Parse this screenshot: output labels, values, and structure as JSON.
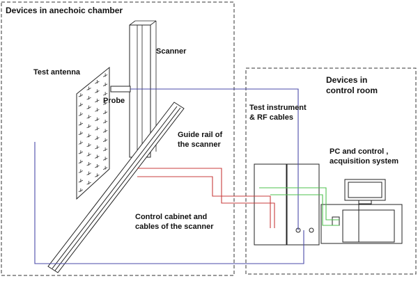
{
  "regions": {
    "anechoic": {
      "title": "Devices in anechoic chamber"
    },
    "control_room": {
      "line1": "Devices in",
      "line2": "control room"
    }
  },
  "labels": {
    "test_antenna": "Test antenna",
    "scanner": "Scanner",
    "probe": "Probe",
    "guide_rail": {
      "line1": "Guide rail of",
      "line2": "the scanner"
    },
    "control_cabinet": {
      "line1": "Control cabinet and",
      "line2": "cables of the scanner"
    },
    "test_instrument": {
      "line1": "Test instrument",
      "line2": "& RF cables"
    },
    "pc_system": {
      "line1": "PC and control ,",
      "line2": "acquisition system"
    }
  },
  "colors": {
    "rf_cable": "#4a4aa8",
    "scanner_cable": "#c83c3c",
    "control_cable": "#4ec04e",
    "outline": "#222222",
    "frame": "#333333"
  }
}
